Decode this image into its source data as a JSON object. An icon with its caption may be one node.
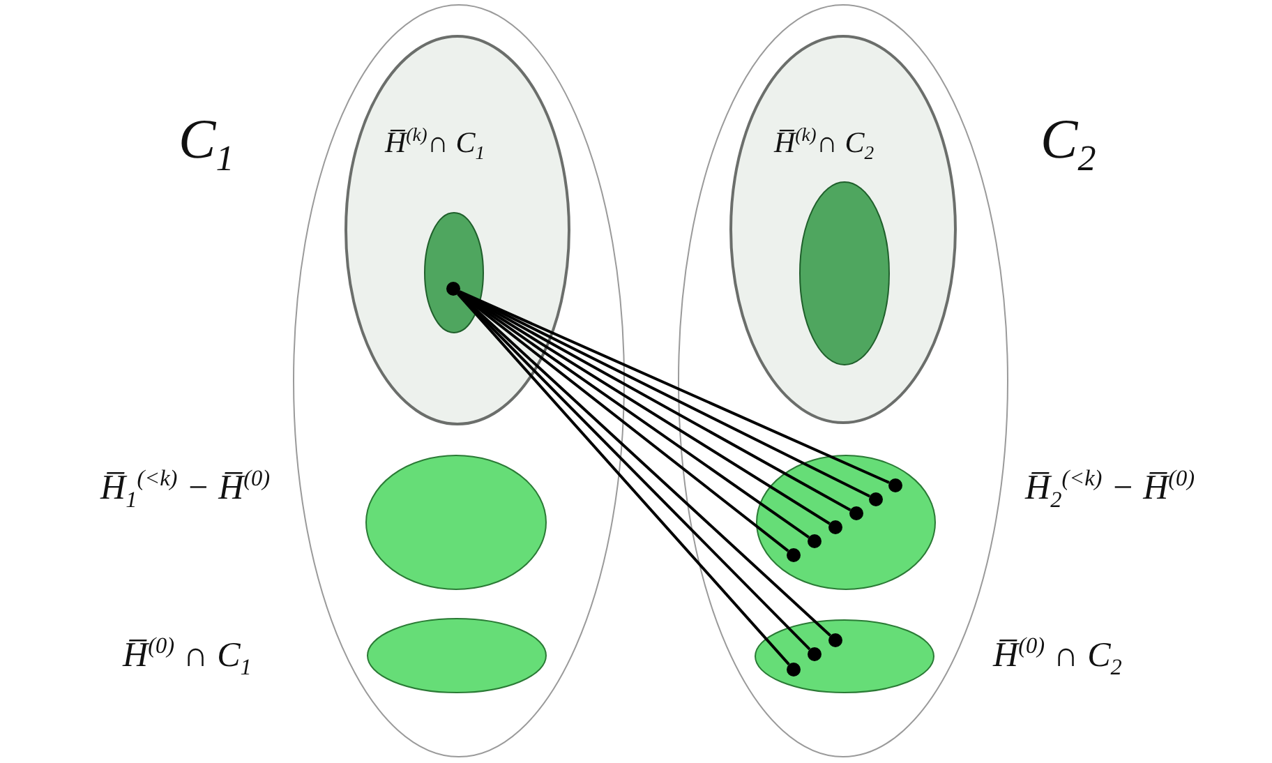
{
  "diagram": {
    "nodes": [
      {
        "text": [
          "C$_{1}$"
        ]
      },
      {
        "text": [
          "H̅$^{(k)}$∩ C$_{1}$"
        ],
        "in": 0
      },
      {
        "text": [],
        "shape": "ellipse",
        "in": 1
      },
      {
        "text": [],
        "shape": "ellipse",
        "in": 0,
        "beside": [
          "H̅$_{1}$$^{(<k)}$ − H̅$^{(0)}$"
        ]
      },
      {
        "text": [],
        "shape": "ellipse",
        "in": 0,
        "beside": [
          "H̅$^{(0)}$ ∩ C$_{1}$"
        ]
      },
      {
        "text": [
          "C$_{2}$"
        ]
      },
      {
        "text": [
          "H̅$^{(k)}$∩ C$_{2}$"
        ],
        "in": 5
      },
      {
        "text": [],
        "shape": "ellipse",
        "in": 6
      },
      {
        "text": [],
        "shape": "ellipse",
        "in": 5,
        "beside": [
          "H̅$_{2}$$^{(<k)}$ − H̅$^{(0)}$"
        ]
      },
      {
        "text": [],
        "shape": "ellipse",
        "in": 5,
        "beside": [
          "H̅$^{(0)}$ ∩ C$_{2}$"
        ]
      },
      {
        "text": [],
        "shape": "circle",
        "in": 2
      },
      {
        "text": [],
        "shape": "circle",
        "in": 8
      },
      {
        "text": [],
        "shape": "circle",
        "in": 8
      },
      {
        "text": [],
        "shape": "circle",
        "in": 8
      },
      {
        "text": [],
        "shape": "circle",
        "in": 8
      },
      {
        "text": [],
        "shape": "circle",
        "in": 8
      },
      {
        "text": [],
        "shape": "circle",
        "in": 8
      },
      {
        "text": [],
        "shape": "circle",
        "in": 9
      },
      {
        "text": [],
        "shape": "circle",
        "in": 9
      },
      {
        "text": [],
        "shape": "circle",
        "in": 9
      }
    ],
    "edges": [
      {
        "from": 10,
        "to": 11,
        "arrow": "none"
      },
      {
        "from": 10,
        "to": 12,
        "arrow": "none"
      },
      {
        "from": 10,
        "to": 13,
        "arrow": "none"
      },
      {
        "from": 10,
        "to": 14,
        "arrow": "none"
      },
      {
        "from": 10,
        "to": 15,
        "arrow": "none"
      },
      {
        "from": 10,
        "to": 16,
        "arrow": "none"
      },
      {
        "from": 10,
        "to": 17,
        "arrow": "none"
      },
      {
        "from": 10,
        "to": 18,
        "arrow": "none"
      },
      {
        "from": 10,
        "to": 19,
        "arrow": "none"
      }
    ]
  }
}
